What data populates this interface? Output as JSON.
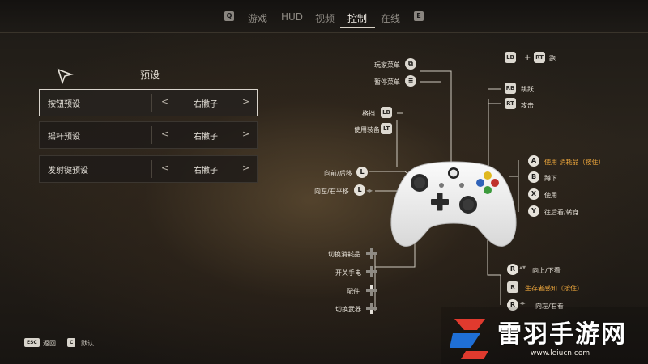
{
  "topnav": {
    "left_key": "Q",
    "right_key": "E",
    "tabs": [
      {
        "label": "游戏"
      },
      {
        "label": "HUD"
      },
      {
        "label": "视频"
      },
      {
        "label": "控制"
      },
      {
        "label": "在线"
      }
    ],
    "active_tab": "控制"
  },
  "presets": {
    "title": "预设",
    "rows": [
      {
        "label": "按钮预设",
        "value": "右撇子"
      },
      {
        "label": "摇杆预设",
        "value": "右撇子"
      },
      {
        "label": "发射键预设",
        "value": "右撇子"
      }
    ],
    "arrow_left": "<",
    "arrow_right": ">"
  },
  "controller_map": {
    "left_top": [
      {
        "label": "玩家菜单",
        "icon": "view-button-icon"
      },
      {
        "label": "暂停菜单",
        "icon": "menu-button-icon"
      }
    ],
    "left_bumpers": [
      {
        "label": "格挡",
        "key": "LB"
      },
      {
        "label": "使用装备",
        "key": "LT"
      }
    ],
    "left_stick": [
      {
        "label": "向前/后移",
        "key": "L"
      },
      {
        "label": "向左/右平移",
        "key": "L"
      }
    ],
    "dpad": [
      {
        "label": "切换消耗品"
      },
      {
        "label": "开关手电"
      },
      {
        "label": "配件"
      },
      {
        "label": "切换武器"
      }
    ],
    "right_top": {
      "key1": "LB",
      "plus": "+",
      "key2": "RT",
      "label": "跑"
    },
    "right_bumpers": [
      {
        "label": "跳跃",
        "key": "RB"
      },
      {
        "label": "攻击",
        "key": "RT"
      }
    ],
    "face_buttons": [
      {
        "key": "A",
        "label": "使用 消耗品（按住）",
        "accent": true
      },
      {
        "key": "B",
        "label": "蹲下",
        "accent": false
      },
      {
        "key": "X",
        "label": "使用",
        "accent": false
      },
      {
        "key": "Y",
        "label": "往后看/转身",
        "accent": false
      }
    ],
    "right_stick": [
      {
        "key": "R",
        "label": "向上/下看",
        "accent": false
      },
      {
        "key": "R",
        "label": "生存者感知（按住）",
        "accent": true
      },
      {
        "key": "R",
        "label": "向左/右看",
        "accent": false
      }
    ]
  },
  "footer": [
    {
      "key": "ESC",
      "label": "返回"
    },
    {
      "key": "C",
      "label": "默认"
    }
  ],
  "watermark": {
    "title": "雷羽手游网",
    "url": "www.leiucn.com"
  },
  "colors": {
    "accent": "#e8a33b",
    "controller": "#f2f2f2",
    "xbox_green": "#3aa53a",
    "a_button": "#3c9a3c",
    "b_button": "#c0312b",
    "x_button": "#2f62b8",
    "y_button": "#e0b81f"
  }
}
